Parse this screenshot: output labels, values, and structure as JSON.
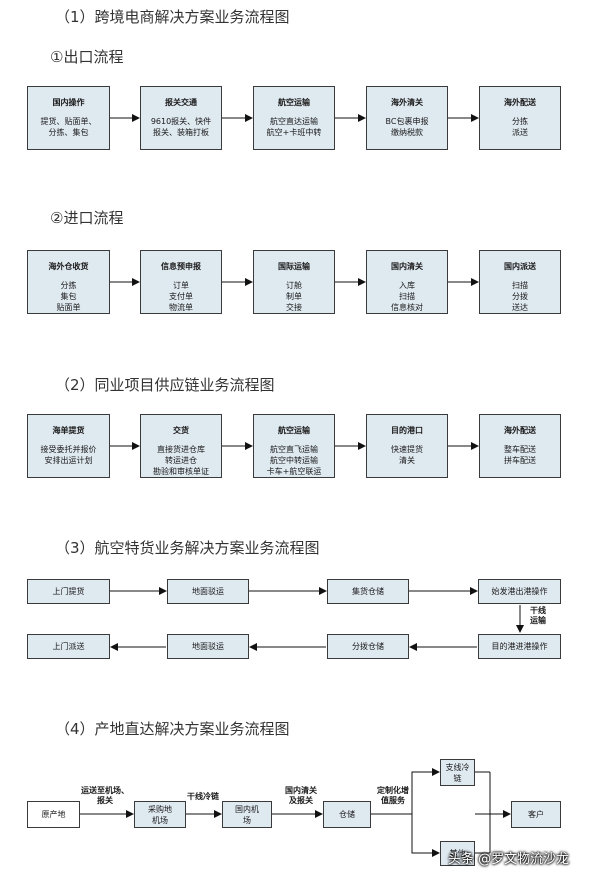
{
  "headings": {
    "h1": "（1）跨境电商解决方案业务流程图",
    "h1a": "①出口流程",
    "h1b": "②进口流程",
    "h2": "（2）同业项目供应链业务流程图",
    "h3": "（3）航空特货业务解决方案业务流程图",
    "h4": "（4）产地直达解决方案业务流程图"
  },
  "export": [
    {
      "title": "国内操作",
      "lines": [
        "提货、贴面单、",
        "分拣、集包"
      ]
    },
    {
      "title": "报关交通",
      "lines": [
        "9610报关、快件",
        "报关、装箱打板"
      ]
    },
    {
      "title": "航空运输",
      "lines": [
        "航空直达运输",
        "航空+卡班中转"
      ]
    },
    {
      "title": "海外清关",
      "lines": [
        "BC包裹申报",
        "缴纳税款"
      ]
    },
    {
      "title": "海外配送",
      "lines": [
        "分拣",
        "派送"
      ]
    }
  ],
  "import": [
    {
      "title": "海外仓收货",
      "lines": [
        "分拣",
        "集包",
        "贴面单"
      ]
    },
    {
      "title": "信息预申报",
      "lines": [
        "订单",
        "支付单",
        "物流单"
      ]
    },
    {
      "title": "国际运输",
      "lines": [
        "订舱",
        "制单",
        "交接"
      ]
    },
    {
      "title": "国内清关",
      "lines": [
        "入库",
        "扫描",
        "信息核对"
      ]
    },
    {
      "title": "国内派送",
      "lines": [
        "扫描",
        "分拨",
        "送达"
      ]
    }
  ],
  "supply": [
    {
      "title": "海单提货",
      "lines": [
        "接受委托并报价",
        "安排出运计划"
      ]
    },
    {
      "title": "交货",
      "lines": [
        "直接货进仓库",
        "转运进仓",
        "勘验和审核单证"
      ]
    },
    {
      "title": "航空运输",
      "lines": [
        "航空直飞运输",
        "航空中转运输",
        "卡车+航空联运"
      ]
    },
    {
      "title": "目的港口",
      "lines": [
        "快速提货",
        "清关"
      ]
    },
    {
      "title": "海外配送",
      "lines": [
        "整车配送",
        "拼车配送"
      ]
    }
  ],
  "special": {
    "top": [
      "上门提货",
      "地面驳运",
      "集货仓储",
      "始发港出港操作"
    ],
    "bottom": [
      "上门派送",
      "地面驳运",
      "分拨仓储",
      "目的港进港操作"
    ],
    "arrow_label": "干线运输"
  },
  "direct": {
    "nodes": {
      "origin": "原产地",
      "purchase": "采购地机场",
      "domestic": "国内机场",
      "warehouse": "仓储",
      "cold": "支线冷链",
      "other": "其他",
      "customer": "客户"
    },
    "labels": {
      "l1": "运送至机场、报关",
      "l2": "干线冷链",
      "l3": "国内清关及报关",
      "l4": "定制化增值服务"
    }
  },
  "watermark": "头条 @罗文物流沙龙"
}
